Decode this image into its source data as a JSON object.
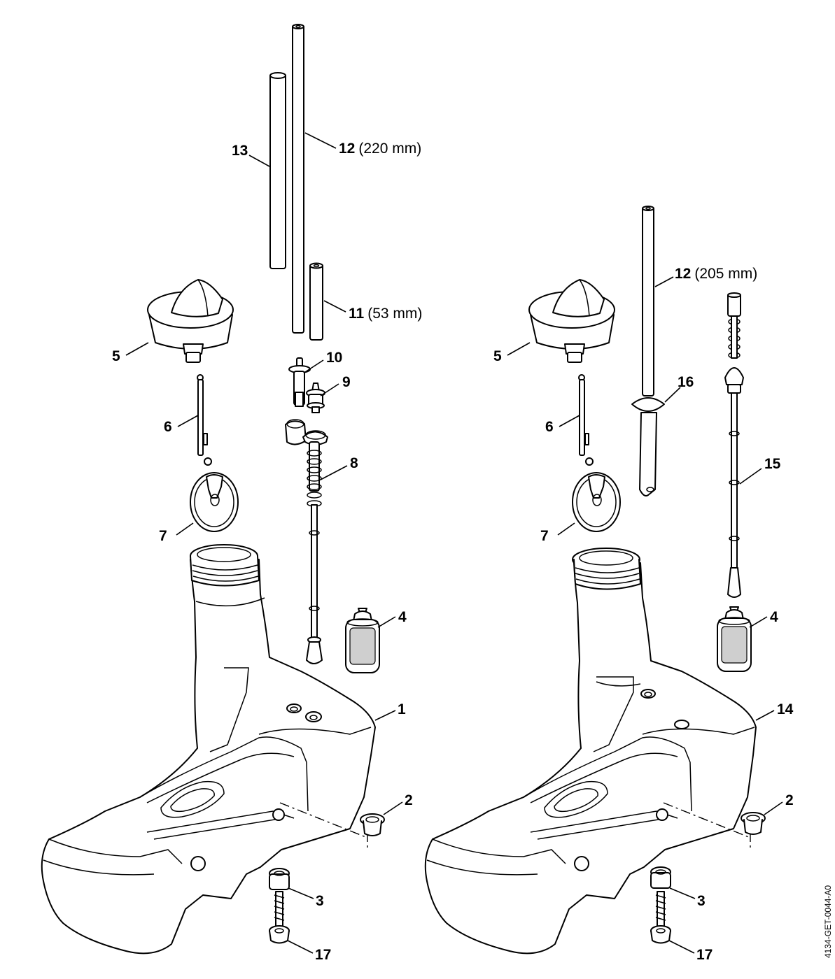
{
  "diagram": {
    "drawing_code": "4134-GET-0044-A0",
    "left_assembly": {
      "callouts": [
        {
          "id": "13",
          "num": "13",
          "suffix": ""
        },
        {
          "id": "12",
          "num": "12",
          "suffix": "(220 mm)"
        },
        {
          "id": "11",
          "num": "11",
          "suffix": "(53 mm)"
        },
        {
          "id": "5",
          "num": "5",
          "suffix": ""
        },
        {
          "id": "10",
          "num": "10",
          "suffix": ""
        },
        {
          "id": "9",
          "num": "9",
          "suffix": ""
        },
        {
          "id": "6",
          "num": "6",
          "suffix": ""
        },
        {
          "id": "8",
          "num": "8",
          "suffix": ""
        },
        {
          "id": "7",
          "num": "7",
          "suffix": ""
        },
        {
          "id": "4",
          "num": "4",
          "suffix": ""
        },
        {
          "id": "1",
          "num": "1",
          "suffix": ""
        },
        {
          "id": "2",
          "num": "2",
          "suffix": ""
        },
        {
          "id": "3",
          "num": "3",
          "suffix": ""
        },
        {
          "id": "17",
          "num": "17",
          "suffix": ""
        }
      ]
    },
    "right_assembly": {
      "callouts": [
        {
          "id": "12",
          "num": "12",
          "suffix": "(205 mm)"
        },
        {
          "id": "5",
          "num": "5",
          "suffix": ""
        },
        {
          "id": "16",
          "num": "16",
          "suffix": ""
        },
        {
          "id": "6",
          "num": "6",
          "suffix": ""
        },
        {
          "id": "15",
          "num": "15",
          "suffix": ""
        },
        {
          "id": "7",
          "num": "7",
          "suffix": ""
        },
        {
          "id": "4",
          "num": "4",
          "suffix": ""
        },
        {
          "id": "14",
          "num": "14",
          "suffix": ""
        },
        {
          "id": "2",
          "num": "2",
          "suffix": ""
        },
        {
          "id": "3",
          "num": "3",
          "suffix": ""
        },
        {
          "id": "17",
          "num": "17",
          "suffix": ""
        }
      ]
    }
  }
}
